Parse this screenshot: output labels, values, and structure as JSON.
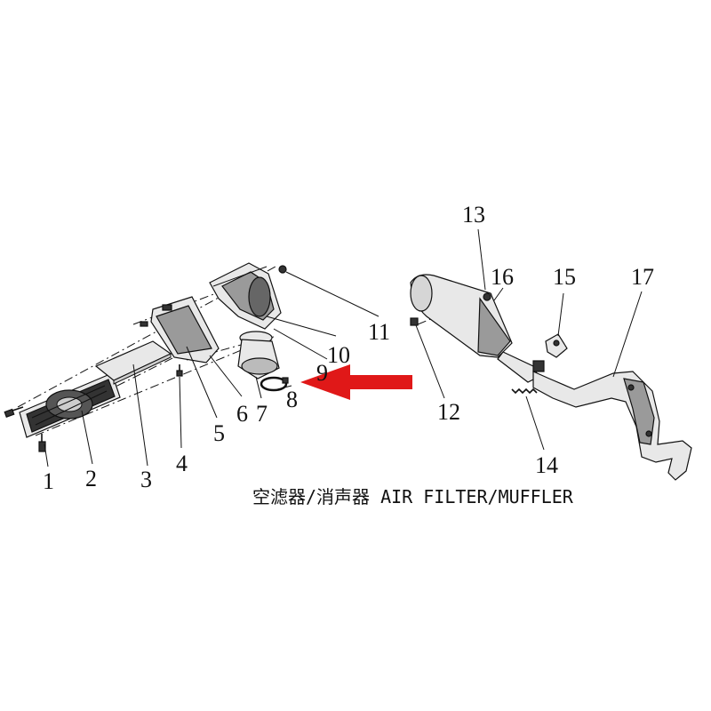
{
  "diagram": {
    "caption": "空滤器/消声器 AIR FILTER/MUFFLER",
    "arrow_color": "#e01818",
    "callouts": [
      {
        "id": "1",
        "label": "1"
      },
      {
        "id": "2",
        "label": "2"
      },
      {
        "id": "3",
        "label": "3"
      },
      {
        "id": "4",
        "label": "4"
      },
      {
        "id": "5",
        "label": "5"
      },
      {
        "id": "6",
        "label": "6"
      },
      {
        "id": "7",
        "label": "7"
      },
      {
        "id": "8",
        "label": "8"
      },
      {
        "id": "9",
        "label": "9"
      },
      {
        "id": "10",
        "label": "10"
      },
      {
        "id": "11",
        "label": "11"
      },
      {
        "id": "12",
        "label": "12"
      },
      {
        "id": "13",
        "label": "13"
      },
      {
        "id": "14",
        "label": "14"
      },
      {
        "id": "15",
        "label": "15"
      },
      {
        "id": "16",
        "label": "16"
      },
      {
        "id": "17",
        "label": "17"
      }
    ]
  }
}
